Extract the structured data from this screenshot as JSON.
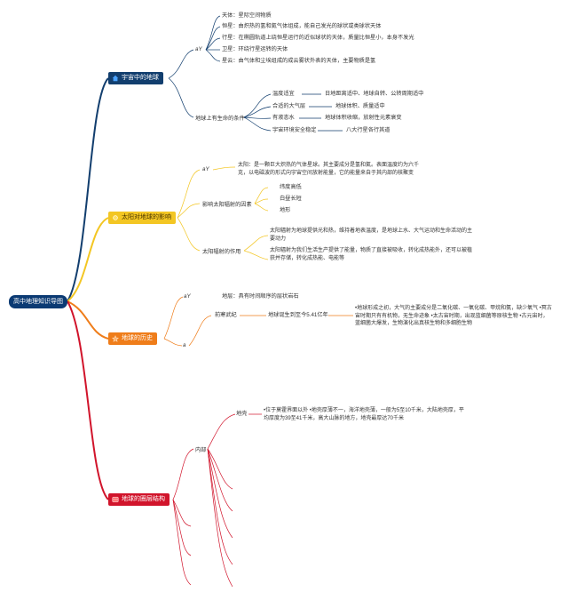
{
  "root": {
    "label": "高中地理知识导图"
  },
  "colors": {
    "navy": "#123e6e",
    "yellow": "#f3c623",
    "orange": "#ef7d1a",
    "red": "#d1142b"
  },
  "branches": {
    "universe": {
      "label": "宇宙中的地球",
      "sub1": {
        "label": "aY",
        "items": [
          "天体：星际空间物质",
          "恒星：由炽热的氢和氦气体组成，能自己发光的球状或类球状天体",
          "行星：在椭圆轨道上绕恒星运行的近似球状的天体，质量比恒星小，本身不发光",
          "卫星：环绕行星运转的天体",
          "星云：由气体和尘埃组成的成云雾状外表的天体，主要物质是氢"
        ]
      },
      "sub2": {
        "label": "地球上有生命的条件",
        "rows": [
          {
            "left": "温度适宜",
            "right": "日地距离适中、地球自转、公转周期适中"
          },
          {
            "left": "合适的大气层",
            "right": "地球体积、质量适中"
          },
          {
            "left": "有液态水",
            "right": "地球体积收缩，放射性元素衰变"
          },
          {
            "left": "宇宙环境安全稳定",
            "right": "八大行星各行其道"
          }
        ]
      }
    },
    "sun": {
      "label": "太阳对地球的影响",
      "sub1": {
        "label": "aY",
        "text": "太阳：是一颗巨大炽热的气体星球。其主要成分是氢和氦。表面温度约为六千克，以电磁波的形式向宇宙空间放射能量，它的能量来自于其内部的核聚变"
      },
      "sub2": {
        "label": "影响太阳辐射的因素",
        "items": [
          "纬度高低",
          "白昼长短",
          "地形"
        ]
      },
      "sub3": {
        "label": "太阳辐射的作用",
        "items": [
          "太阳辐射为地球提供光和热，维持着地表温度，是地球上水、大气运动和生命活动的主要动力",
          "太阳辐射为我们生活生产提供了能量，物质了直接被吸收，转化成热能外，还可以被植获并存储，转化成热能、电能等"
        ]
      }
    },
    "history": {
      "label": "地球的历史",
      "sub1": {
        "label": "aY",
        "text": "地层：具有时间顺序的层状岩石"
      },
      "sub2": {
        "label": "a",
        "era": "前寒武纪",
        "era_detail": "地球诞生到至今5.41亿年",
        "era_text": "•地球形成之初，大气的主要成分是二氧化碳、一氧化碳、甲烷和氨，缺少氧气 •冥古宙时期只有有机物，无生命迹象 •太古宙时期，出现蓝细菌等原核生物 •古元宙时，蓝细菌大爆发，生物演化出真核生物和多细胞生物"
      }
    },
    "structure": {
      "label": "地球的圈层结构",
      "sub1": {
        "label": "内部",
        "crust": "地壳",
        "crust_text": "•位于莫霍界面以外 •地壳厚薄不一，海洋地壳薄，一般为5至10千米，大陆地壳厚，平均厚度为39至41千米，高大山脉的地方，地壳最厚达70千米"
      }
    }
  }
}
